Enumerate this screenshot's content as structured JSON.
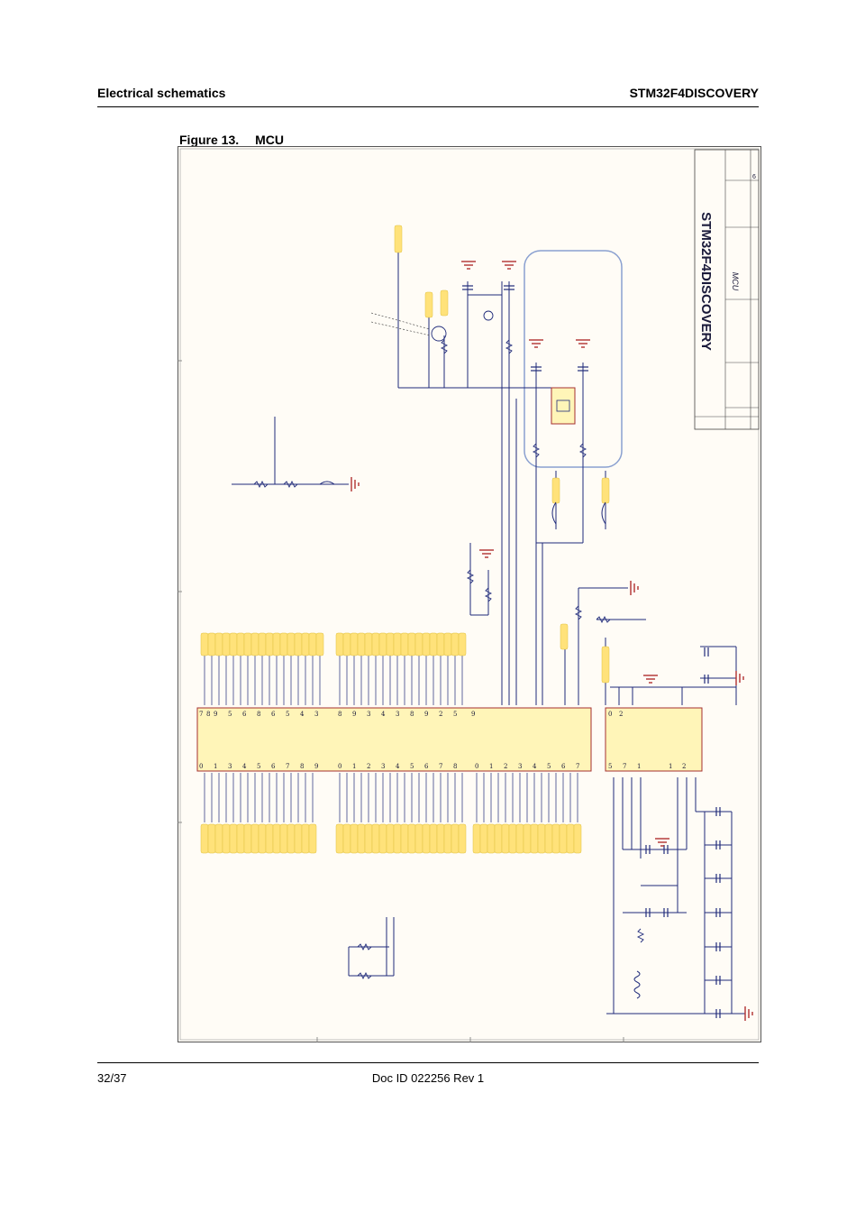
{
  "header": {
    "section": "Electrical schematics",
    "product": "STM32F4DISCOVERY"
  },
  "figure": {
    "number": "Figure 13.",
    "title": "MCU"
  },
  "title_block": {
    "title": "STM32F4DISCOVERY",
    "subtitle": "MCU",
    "sheet": "6"
  },
  "schematic_colors": {
    "wire": "#1f2a7a",
    "component_fill": "#fff5b8",
    "component_stroke": "#a53030",
    "ground": "#b03030",
    "cloud": "#8aa0d0",
    "paper": "#fffcf6"
  },
  "footer": {
    "page": "32/37",
    "doc_id": "Doc ID 022256 Rev 1"
  }
}
